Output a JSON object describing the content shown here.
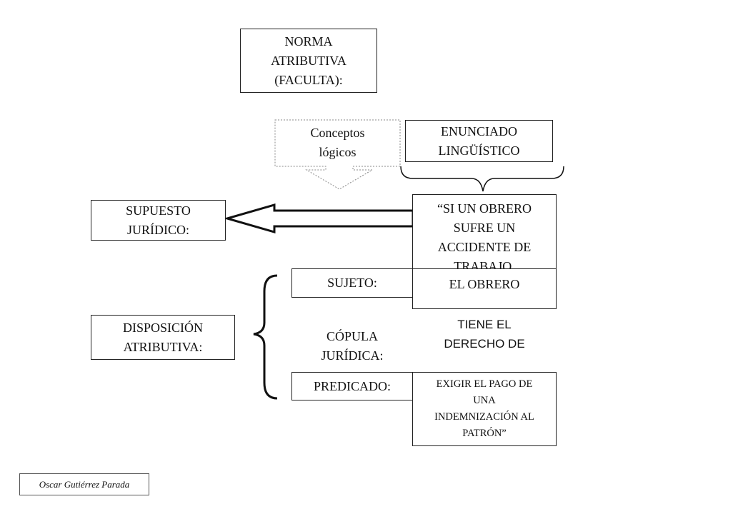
{
  "norma_title": "NORMA\nATRIBUTIVA\n(FACULTA):",
  "conceptos_logicos": "Conceptos\nlógicos",
  "enunciado_linguistico": "ENUNCIADO\nLINGÜÍSTICO",
  "supuesto_juridico": "SUPUESTO\nJURÍDICO:",
  "supuesto_statement": "“SI UN OBRERO\nSUFRE UN\nACCIDENTE DE\nTRABAJO,",
  "disposicion_atributiva": "DISPOSICIÓN\nATRIBUTIVA:",
  "sujeto_label": "SUJETO:",
  "sujeto_value": "EL OBRERO",
  "copula_label": "CÓPULA\nJURÍDICA:",
  "copula_value": "TIENE EL\nDERECHO DE",
  "predicado_label": "PREDICADO:",
  "predicado_value": "EXIGIR EL PAGO DE\nUNA\nINDEMNIZACIÓN AL\nPATRÓN”",
  "author_credit": "Oscar Gutiérrez Parada"
}
